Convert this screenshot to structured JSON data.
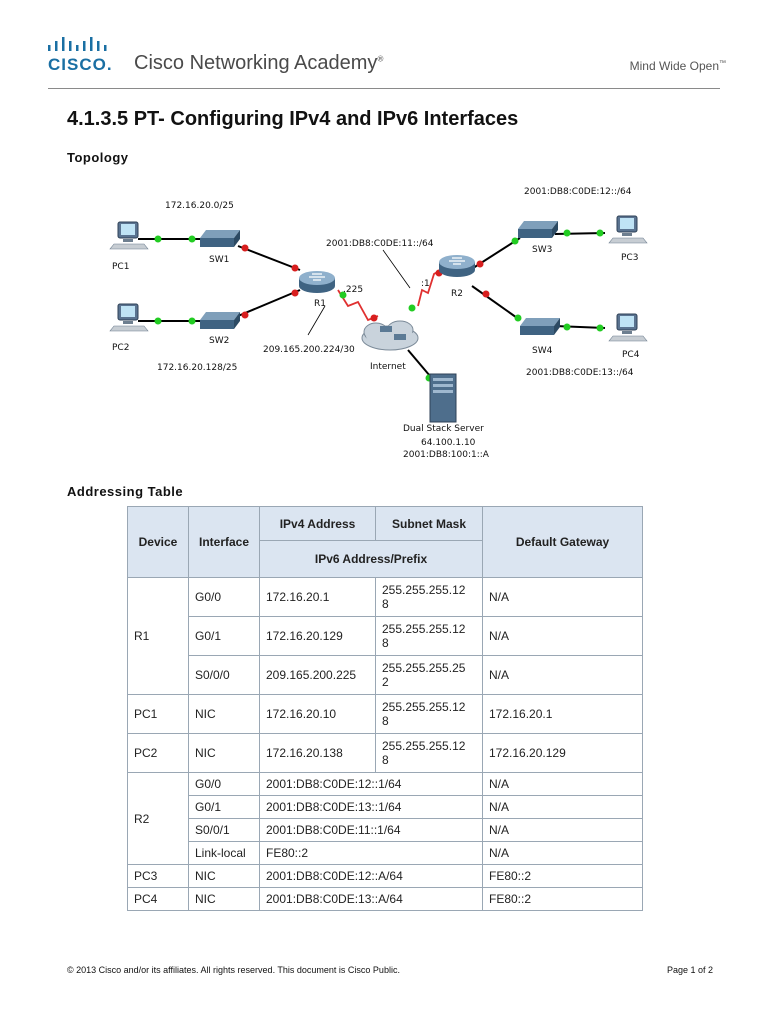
{
  "header": {
    "logo_text": "CISCO.",
    "academy_text": "Cisco Networking Academy",
    "academy_mark": "®",
    "tagline": "Mind Wide Open",
    "tagline_mark": "™"
  },
  "title": "4.1.3.5 PT- Configuring IPv4 and IPv6 Interfaces",
  "sections": {
    "topology": "Topology",
    "addressing": "Addressing Table"
  },
  "topology": {
    "net_lan1": "172.16.20.0/25",
    "net_lan2": "172.16.20.128/25",
    "net_wan_v4": "209.165.200.224/30",
    "net_wan_v6": "2001:DB8:C0DE:11::/64",
    "net_lan3": "2001:DB8:C0DE:12::/64",
    "net_lan4": "2001:DB8:C0DE:13::/64",
    "r1_host": ".225",
    "r2_host": ":1",
    "pc1": "PC1",
    "pc2": "PC2",
    "pc3": "PC3",
    "pc4": "PC4",
    "sw1": "SW1",
    "sw2": "SW2",
    "sw3": "SW3",
    "sw4": "SW4",
    "r1": "R1",
    "r2": "R2",
    "internet": "Internet",
    "server": "Dual Stack Server",
    "server_v4": "64.100.1.10",
    "server_v6": "2001:DB8:100:1::A",
    "link_color": "#000000",
    "serial_color": "#e03030",
    "port_up_color": "#22cc22",
    "port_down_color": "#d81e1e"
  },
  "table": {
    "headers": {
      "device": "Device",
      "interface": "Interface",
      "ipv4": "IPv4 Address",
      "mask": "Subnet Mask",
      "ipv6": "IPv6 Address/Prefix",
      "gateway": "Default Gateway"
    },
    "r1": {
      "device": "R1",
      "rows": [
        {
          "iface": "G0/0",
          "ipv4": "172.16.20.1",
          "mask_a": "255.255.255.12",
          "mask_b": "8",
          "gw": "N/A"
        },
        {
          "iface": "G0/1",
          "ipv4": "172.16.20.129",
          "mask_a": "255.255.255.12",
          "mask_b": "8",
          "gw": "N/A"
        },
        {
          "iface": "S0/0/0",
          "ipv4": "209.165.200.225",
          "mask_a": "255.255.255.25",
          "mask_b": "2",
          "gw": "N/A"
        }
      ]
    },
    "pc1": {
      "device": "PC1",
      "iface": "NIC",
      "ipv4": "172.16.20.10",
      "mask_a": "255.255.255.12",
      "mask_b": "8",
      "gw": "172.16.20.1"
    },
    "pc2": {
      "device": "PC2",
      "iface": "NIC",
      "ipv4": "172.16.20.138",
      "mask_a": "255.255.255.12",
      "mask_b": "8",
      "gw": "172.16.20.129"
    },
    "r2": {
      "device": "R2",
      "rows": [
        {
          "iface": "G0/0",
          "ipv6": "2001:DB8:C0DE:12::1/64",
          "gw": "N/A"
        },
        {
          "iface": "G0/1",
          "ipv6": "2001:DB8:C0DE:13::1/64",
          "gw": "N/A"
        },
        {
          "iface": "S0/0/1",
          "ipv6": "2001:DB8:C0DE:11::1/64",
          "gw": "N/A"
        },
        {
          "iface": "Link-local",
          "ipv6": "FE80::2",
          "gw": "N/A"
        }
      ]
    },
    "pc3": {
      "device": "PC3",
      "iface": "NIC",
      "ipv6": "2001:DB8:C0DE:12::A/64",
      "gw": "FE80::2"
    },
    "pc4": {
      "device": "PC4",
      "iface": "NIC",
      "ipv6": "2001:DB8:C0DE:13::A/64",
      "gw": "FE80::2"
    }
  },
  "footer": {
    "copyright": "© 2013 Cisco and/or its affiliates. All rights reserved. This document is Cisco Public.",
    "page": "Page 1 of 2"
  }
}
